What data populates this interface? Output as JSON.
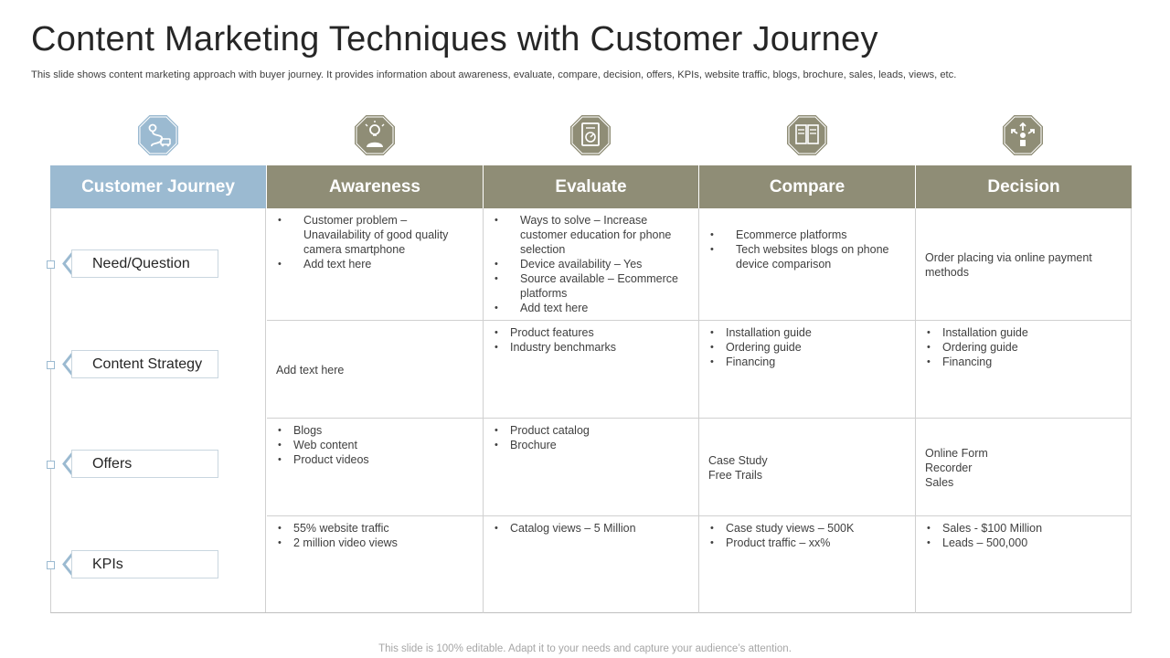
{
  "title": "Content Marketing Techniques with Customer Journey",
  "subtitle": "This slide shows content marketing approach with buyer journey. It provides information about awareness, evaluate, compare, decision, offers, KPIs, website traffic, blogs, brochure, sales, leads, views, etc.",
  "colors": {
    "journey_header": "#9bbad1",
    "stage_header": "#8f8d76",
    "icon_primary": "#9bbad1",
    "icon_stage": "#8f8d76"
  },
  "icons": [
    "route-icon",
    "idea-person-icon",
    "evaluate-document-icon",
    "compare-documents-icon",
    "decision-arrows-icon"
  ],
  "headers": {
    "journey": "Customer Journey",
    "awareness": "Awareness",
    "evaluate": "Evaluate",
    "compare": "Compare",
    "decision": "Decision"
  },
  "rows": [
    {
      "label": "Need/Question",
      "awareness": [
        "Customer problem – Unavailability of good quality camera smartphone",
        "Add text here"
      ],
      "evaluate": [
        "Ways to solve – Increase customer education for phone selection",
        "Device availability – Yes",
        "Source available – Ecommerce platforms",
        "Add text here"
      ],
      "compare": [
        "Ecommerce platforms",
        "Tech websites blogs on phone device comparison"
      ],
      "decision": "Order placing via online payment methods"
    },
    {
      "label": "Content Strategy",
      "awareness": "Add text here",
      "evaluate": [
        "Product features",
        "Industry benchmarks"
      ],
      "compare": [
        "Installation guide",
        "Ordering guide",
        "Financing"
      ],
      "decision": [
        "Installation guide",
        "Ordering guide",
        "Financing"
      ]
    },
    {
      "label": "Offers",
      "awareness": [
        "Blogs",
        "Web content",
        "Product videos"
      ],
      "evaluate": [
        "Product catalog",
        "Brochure"
      ],
      "compare": [
        "Case Study",
        "Free Trails"
      ],
      "decision": [
        "Online Form",
        "Recorder",
        "Sales"
      ]
    },
    {
      "label": "KPIs",
      "awareness": [
        "55% website traffic",
        "2 million video views"
      ],
      "evaluate": [
        "Catalog views – 5 Million"
      ],
      "compare": [
        "Case study views – 500K",
        "Product traffic – xx%"
      ],
      "decision": [
        "Sales - $100 Million",
        "Leads – 500,000"
      ]
    }
  ],
  "footer": "This slide is 100% editable. Adapt it to your needs and capture your audience’s attention."
}
